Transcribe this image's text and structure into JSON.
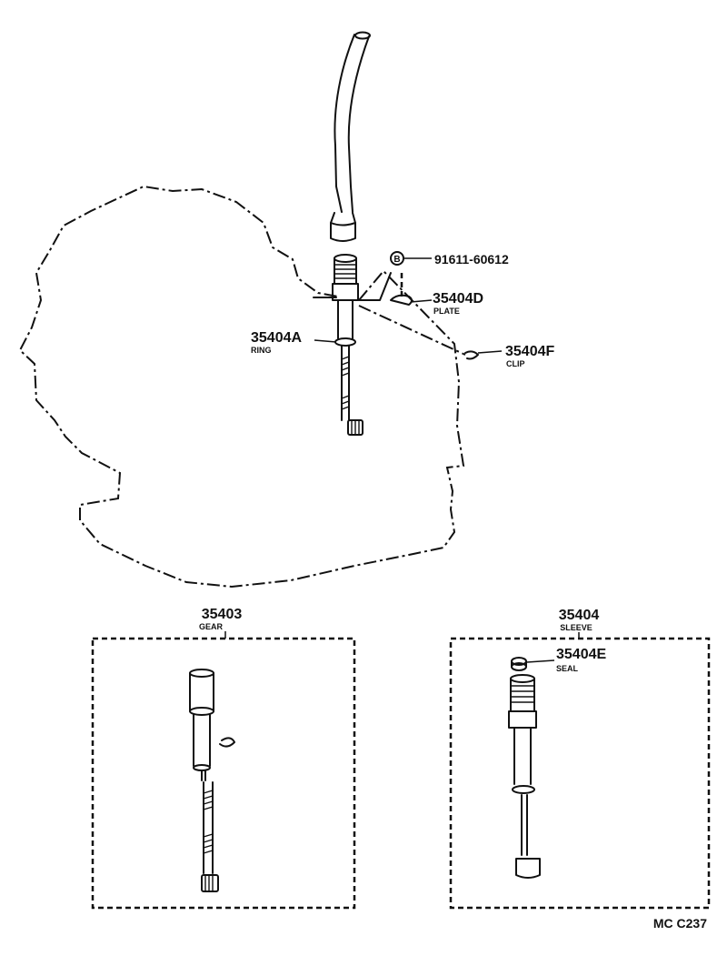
{
  "parts": {
    "bolt": {
      "number": "91611-60612",
      "badge": "B"
    },
    "plate": {
      "number": "35404D",
      "name": "PLATE"
    },
    "ring": {
      "number": "35404A",
      "name": "RING"
    },
    "clip": {
      "number": "35404F",
      "name": "CLIP"
    },
    "gear": {
      "number": "35403",
      "name": "GEAR"
    },
    "sleeve": {
      "number": "35404",
      "name": "SLEEVE"
    },
    "seal": {
      "number": "35404E",
      "name": "SEAL"
    }
  },
  "diagram_code": "MC C237"
}
